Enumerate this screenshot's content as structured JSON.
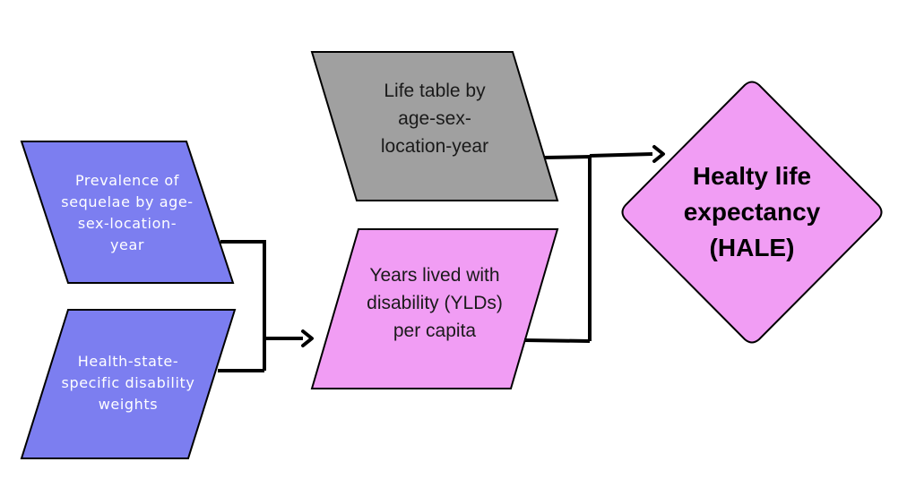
{
  "nodes": {
    "prevalence": {
      "text": "Prevalence of\nsequelae by age-\nsex-location-\nyear",
      "color": "#7c7ef0"
    },
    "weights": {
      "text": "Health-state-\nspecific disability\nweights",
      "color": "#7c7ef0"
    },
    "life_table": {
      "text": "Life table by\nage-sex-\nlocation-year",
      "color": "#a0a0a0"
    },
    "yld": {
      "text": "Years lived with\ndisability (YLDs)\nper capita",
      "color": "#f19df4"
    },
    "hale": {
      "text": "Healty life\nexpectancy\n(HALE)",
      "color": "#f19df4"
    }
  },
  "edges": [
    {
      "from": "prevalence+weights",
      "to": "yld"
    },
    {
      "from": "life_table+yld",
      "to": "hale"
    }
  ],
  "stroke_color": "#000000"
}
